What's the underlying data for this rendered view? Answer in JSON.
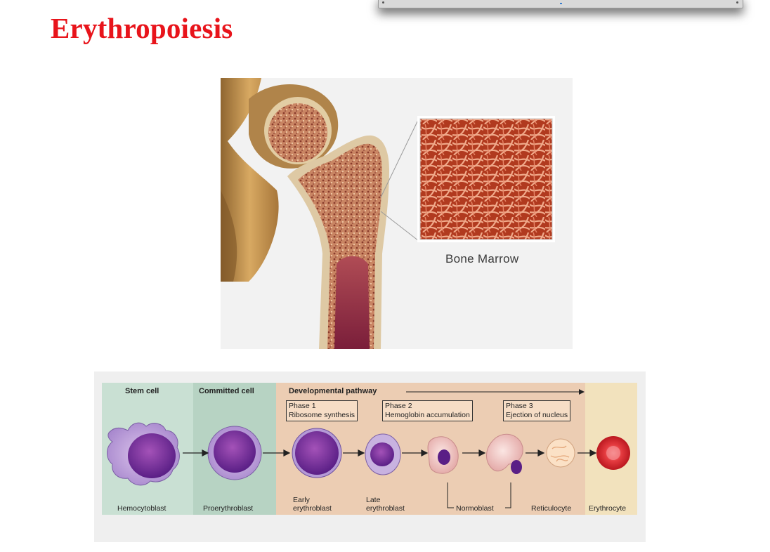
{
  "slide": {
    "title": "Erythropoiesis",
    "bone_marrow_label": "Bone Marrow"
  },
  "pathway": {
    "headers": {
      "stem": "Stem cell",
      "committed": "Committed cell",
      "developmental": "Developmental pathway"
    },
    "phases": [
      {
        "line1": "Phase 1",
        "line2": "Ribosome synthesis"
      },
      {
        "line1": "Phase 2",
        "line2": "Hemoglobin accumulation"
      },
      {
        "line1": "Phase 3",
        "line2": "Ejection of nucleus"
      }
    ],
    "cells": {
      "hemocytoblast": "Hemocytoblast",
      "proerythroblast": "Proerythroblast",
      "early_line1": "Early",
      "early_line2": "erythroblast",
      "late_line1": "Late",
      "late_line2": "erythroblast",
      "normoblast": "Normoblast",
      "reticulocyte": "Reticulocyte",
      "erythrocyte": "Erythrocyte"
    }
  },
  "colors": {
    "title": "#e8141b",
    "stem_zone": "#c9e0d3",
    "committed_zone": "#b7d3c3",
    "developmental_zone": "#eccdb3",
    "erythrocyte_zone": "#f2e2bd"
  }
}
